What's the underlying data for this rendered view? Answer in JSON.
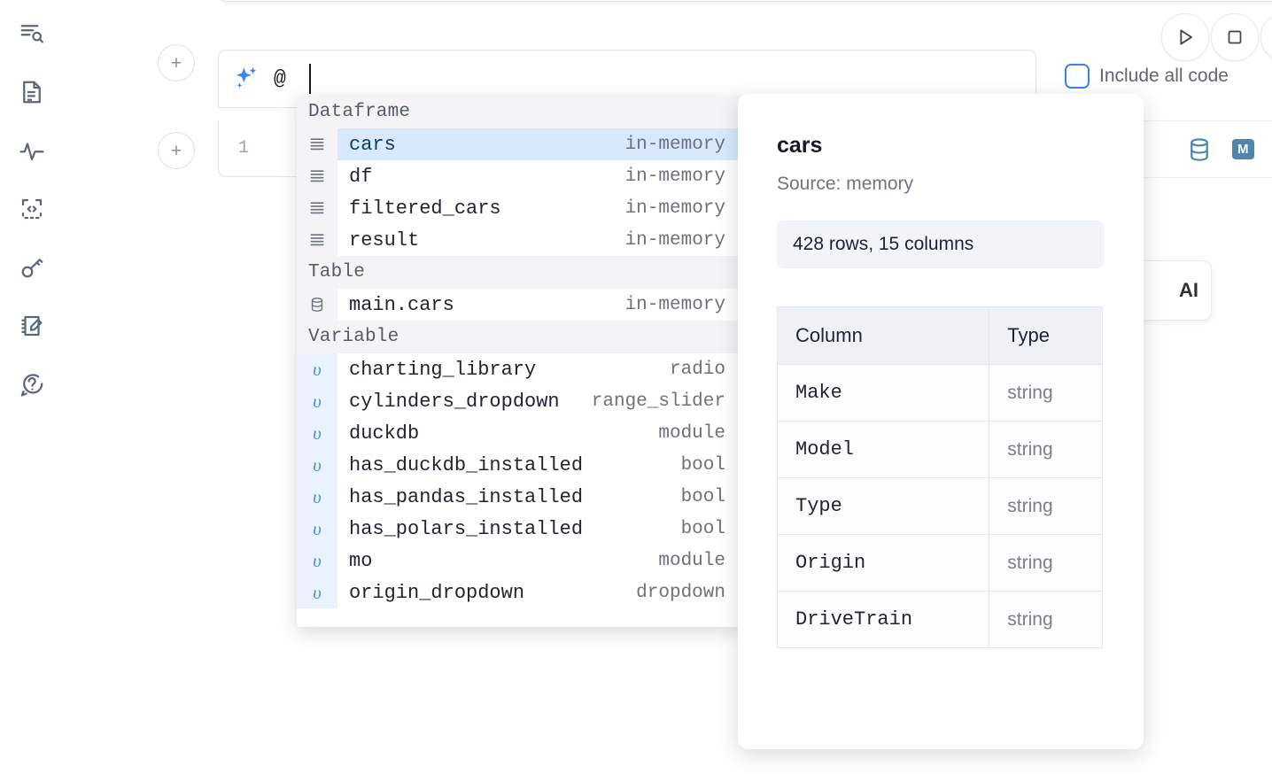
{
  "rail": {
    "items": [
      {
        "name": "file-explorer-search-icon",
        "label": "Explorer"
      },
      {
        "name": "document-icon",
        "label": "Notebook"
      },
      {
        "name": "activity-icon",
        "label": "Activity"
      },
      {
        "name": "code-snippet-icon",
        "label": "Snippets"
      },
      {
        "name": "key-icon",
        "label": "Secrets"
      },
      {
        "name": "scratchpad-icon",
        "label": "Scratchpad"
      },
      {
        "name": "help-chat-icon",
        "label": "Help"
      }
    ]
  },
  "toolbar": {
    "run_label": "Run",
    "stop_label": "Stop",
    "include_all_code_label": "Include all code",
    "include_all_code_checked": false,
    "database_icon": "database-icon",
    "markdown_icon": "markdown-icon",
    "markdown_badge": "M",
    "add_cell_label": "+"
  },
  "ai_prompt": {
    "icon": "sparkle-ai-icon",
    "value": "@",
    "placeholder": ""
  },
  "code_cell": {
    "line_number": "1",
    "content": ""
  },
  "ai_card": {
    "text": "AI"
  },
  "autocomplete": {
    "groups": [
      {
        "label": "Dataframe",
        "icon": "dataframe-icon",
        "items": [
          {
            "name": "cars",
            "kind": "in-memory",
            "selected": true
          },
          {
            "name": "df",
            "kind": "in-memory",
            "selected": false
          },
          {
            "name": "filtered_cars",
            "kind": "in-memory",
            "selected": false
          },
          {
            "name": "result",
            "kind": "in-memory",
            "selected": false
          }
        ]
      },
      {
        "label": "Table",
        "icon": "table-database-icon",
        "items": [
          {
            "name": "main.cars",
            "kind": "in-memory",
            "selected": false
          }
        ]
      },
      {
        "label": "Variable",
        "icon": "variable-icon",
        "items": [
          {
            "name": "charting_library",
            "kind": "radio",
            "selected": false
          },
          {
            "name": "cylinders_dropdown",
            "kind": "range_slider",
            "selected": false
          },
          {
            "name": "duckdb",
            "kind": "module",
            "selected": false
          },
          {
            "name": "has_duckdb_installed",
            "kind": "bool",
            "selected": false
          },
          {
            "name": "has_pandas_installed",
            "kind": "bool",
            "selected": false
          },
          {
            "name": "has_polars_installed",
            "kind": "bool",
            "selected": false
          },
          {
            "name": "mo",
            "kind": "module",
            "selected": false
          },
          {
            "name": "origin_dropdown",
            "kind": "dropdown",
            "selected": false
          }
        ]
      }
    ]
  },
  "detail": {
    "title": "cars",
    "source": "Source: memory",
    "shape": "428 rows, 15 columns",
    "table": {
      "headers": [
        "Column",
        "Type"
      ],
      "rows": [
        [
          "Make",
          "string"
        ],
        [
          "Model",
          "string"
        ],
        [
          "Type",
          "string"
        ],
        [
          "Origin",
          "string"
        ],
        [
          "DriveTrain",
          "string"
        ]
      ]
    }
  },
  "colors": {
    "accent_blue": "#3b82f6",
    "selection_blue": "#d7e9fb",
    "variable_icon_blue": "#4a8fdc",
    "markdown_badge": "#4d87ad",
    "rail_icon": "#5c677d"
  }
}
